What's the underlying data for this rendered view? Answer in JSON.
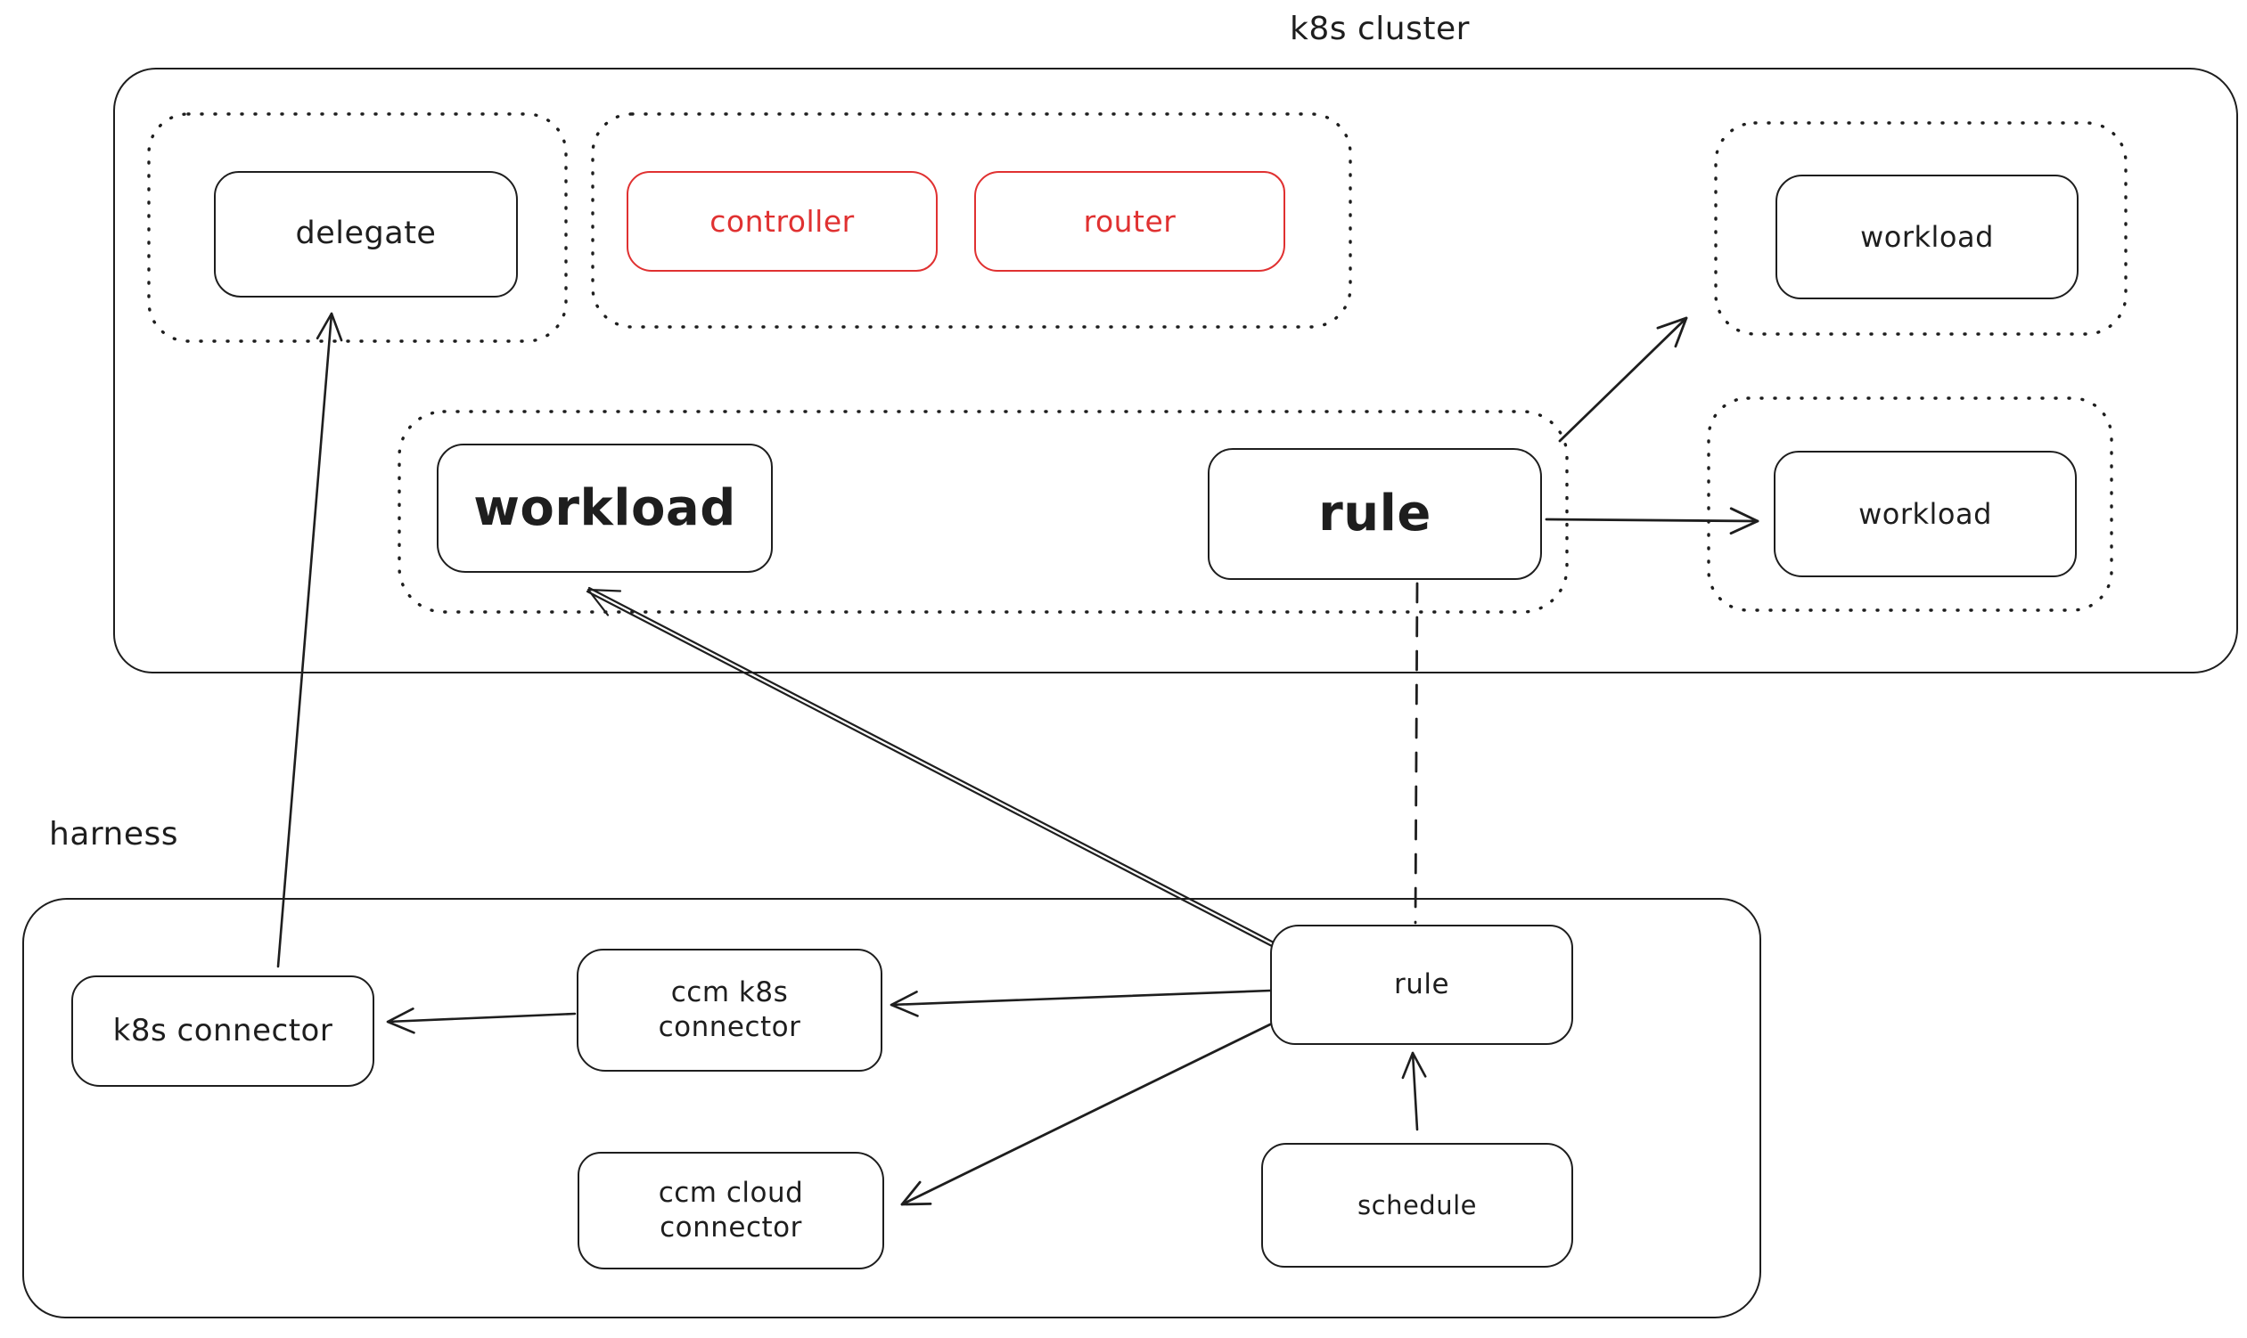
{
  "colors": {
    "ink": "#1e1e1e",
    "red": "#e03131",
    "background": "#ffffff"
  },
  "groups": {
    "k8s_cluster": {
      "label": "k8s cluster"
    },
    "harness": {
      "label": "harness"
    }
  },
  "nodes": {
    "delegate": {
      "label": "delegate"
    },
    "controller": {
      "label": "controller",
      "color": "#e03131"
    },
    "router": {
      "label": "router",
      "color": "#e03131"
    },
    "workload_top_right": {
      "label": "workload"
    },
    "workload_right": {
      "label": "workload"
    },
    "workload_main": {
      "label": "workload"
    },
    "rule_cluster": {
      "label": "rule"
    },
    "k8s_connector": {
      "label": "k8s connector"
    },
    "ccm_k8s_connector": {
      "label": "ccm k8s connector"
    },
    "ccm_cloud_connector": {
      "label": "ccm cloud connector"
    },
    "rule_harness": {
      "label": "rule"
    },
    "schedule": {
      "label": "schedule"
    }
  },
  "edges": [
    {
      "from": "k8s connector",
      "to": "delegate",
      "style": "solid",
      "arrowhead": true
    },
    {
      "from": "ccm k8s connector",
      "to": "k8s connector",
      "style": "solid",
      "arrowhead": true
    },
    {
      "from": "rule (harness)",
      "to": "workload (k8s cluster)",
      "style": "solid-double",
      "arrowhead": true
    },
    {
      "from": "rule (harness)",
      "to": "ccm k8s connector",
      "style": "solid",
      "arrowhead": true
    },
    {
      "from": "rule (harness)",
      "to": "ccm cloud connector",
      "style": "solid",
      "arrowhead": true
    },
    {
      "from": "schedule",
      "to": "rule (harness)",
      "style": "solid",
      "arrowhead": true
    },
    {
      "from": "rule (k8s cluster)",
      "to": "workload group (top right)",
      "style": "solid",
      "arrowhead": true
    },
    {
      "from": "rule (k8s cluster)",
      "to": "workload (right)",
      "style": "solid",
      "arrowhead": true
    },
    {
      "from": "rule (k8s cluster)",
      "to": "rule (harness)",
      "style": "dashed",
      "arrowhead": false
    }
  ]
}
